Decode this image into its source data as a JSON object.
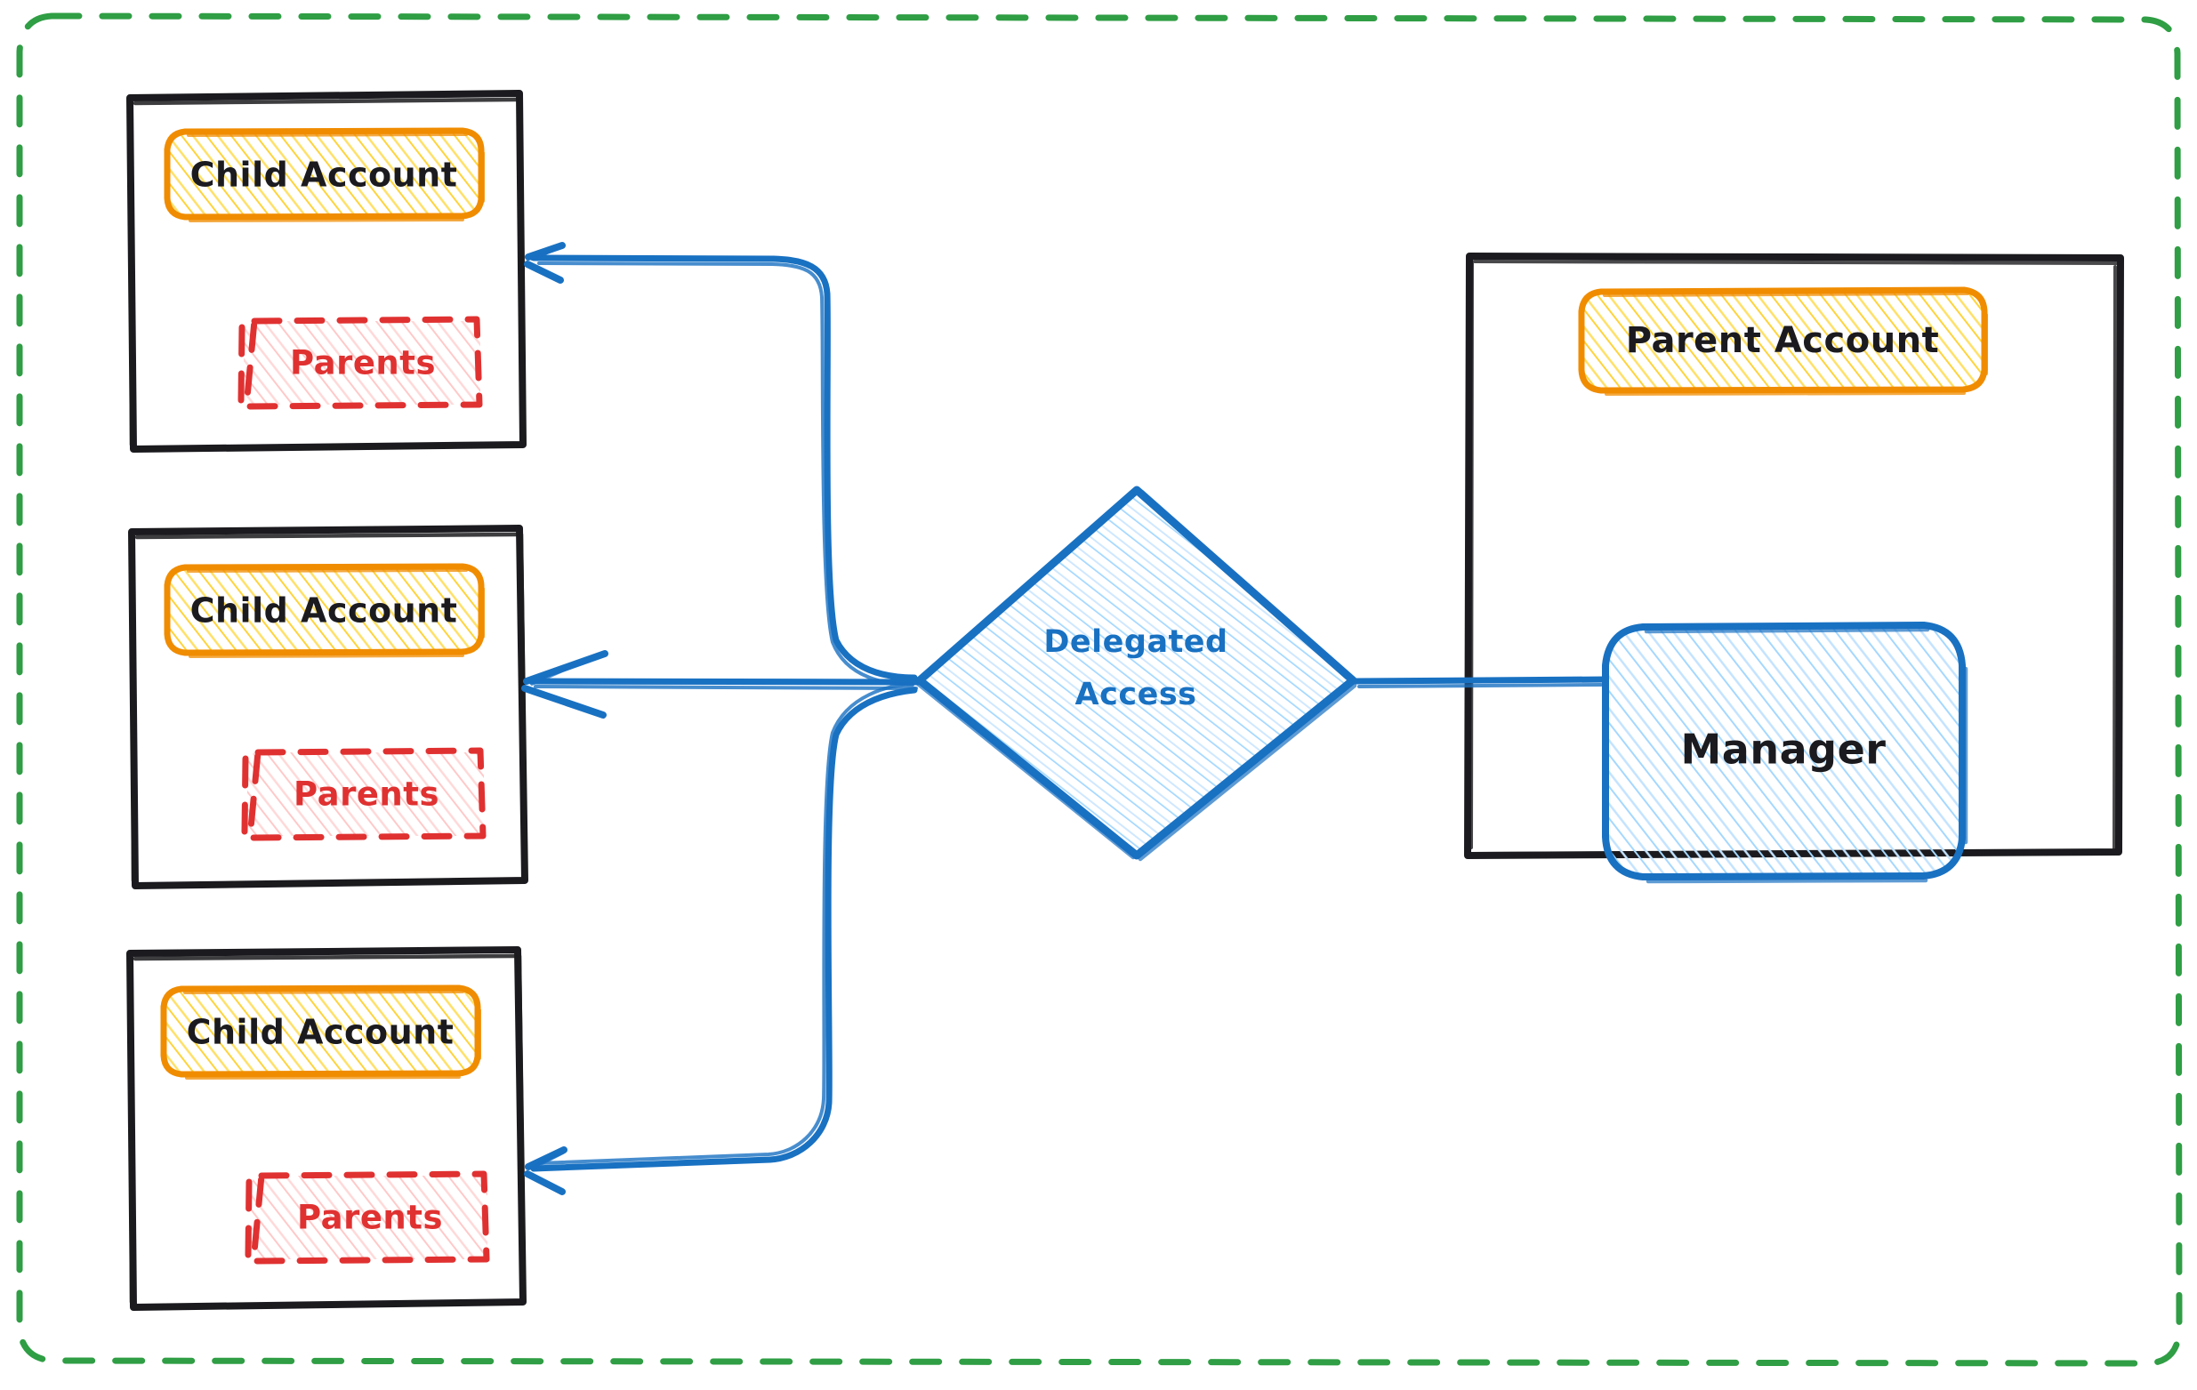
{
  "diagram": {
    "title": "Delegated Access",
    "style": "hand-drawn sketch",
    "background_color": "#ffffff",
    "boundary": {
      "name": "organization-boundary",
      "stroke_color": "#2f9e44",
      "stroke_style": "dashed",
      "corner_radius": 40
    },
    "colors": {
      "account_border": "#f08c00",
      "account_fill": "#ffd43b",
      "parents_border": "#e03131",
      "parents_fill": "#ffc9c9",
      "container_border": "#1b1b1f",
      "link_color": "#1971c2",
      "manager_fill": "#a5d8ff",
      "delegated_fill": "#a5d8ff",
      "boundary_color": "#2f9e44"
    },
    "child_accounts": [
      {
        "id": "child-account-1",
        "account_label": "Child Account",
        "parents_label": "Parents"
      },
      {
        "id": "child-account-2",
        "account_label": "Child Account",
        "parents_label": "Parents"
      },
      {
        "id": "child-account-3",
        "account_label": "Child Account",
        "parents_label": "Parents"
      }
    ],
    "parent_container": {
      "id": "parent-account-container",
      "account_label": "Parent Account",
      "manager_label": "Manager"
    },
    "delegated_node": {
      "id": "delegated-access-diamond",
      "label_line1": "Delegated",
      "label_line2": "Access"
    },
    "connections": [
      {
        "from": "delegated-access-diamond",
        "to": "child-account-1",
        "arrow": "left",
        "shape": "curved"
      },
      {
        "from": "delegated-access-diamond",
        "to": "child-account-2",
        "arrow": "left",
        "shape": "straight"
      },
      {
        "from": "delegated-access-diamond",
        "to": "child-account-3",
        "arrow": "left",
        "shape": "curved"
      },
      {
        "from": "manager",
        "to": "delegated-access-diamond",
        "arrow": "none",
        "shape": "straight"
      }
    ]
  }
}
